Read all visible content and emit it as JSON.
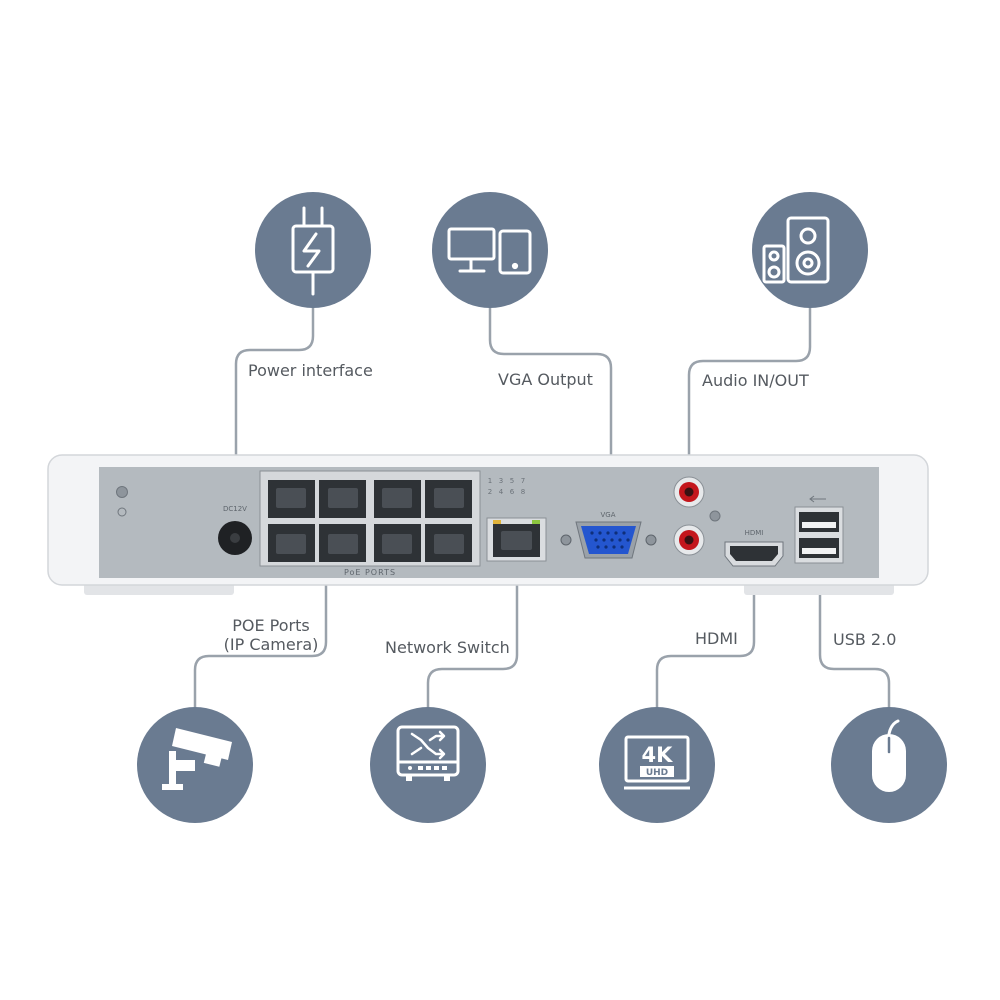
{
  "labels": {
    "power": "Power interface",
    "vga": "VGA Output",
    "audio": "Audio IN/OUT",
    "poe_line1": "POE Ports",
    "poe_line2": "(IP Camera)",
    "network": "Network Switch",
    "hdmi": "HDMI",
    "usb": "USB 2.0"
  },
  "device": {
    "poe_caption": "PoE PORTS",
    "hdmi_caption": "HDMI",
    "vga_caption": "VGA",
    "dc_caption": "DC12V",
    "port_numbers": [
      "1",
      "2",
      "3",
      "4",
      "5",
      "6",
      "7",
      "8"
    ]
  },
  "icons": {
    "4k_line1": "4K",
    "4k_line2": "UHD"
  },
  "colors": {
    "circle": "#6a7b91",
    "connector": "#9aa2ab",
    "chassis": "#f3f4f6",
    "panel": "#b4babf",
    "port": "#2e3236",
    "vga_blue": "#2456cf",
    "audio_red": "#c4161c",
    "text": "#555a60"
  }
}
